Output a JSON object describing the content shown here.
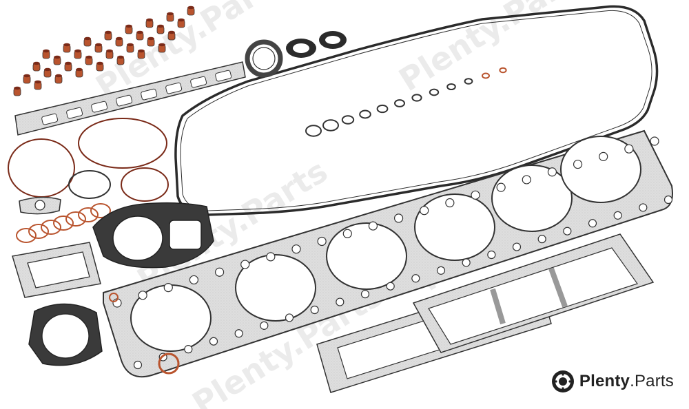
{
  "watermark": {
    "text_bold": "Plenty",
    "text_suffix": ".Parts"
  },
  "brand": {
    "text_bold": "Plenty",
    "text_suffix": ".Parts",
    "icon": "brake-disc-icon"
  },
  "colors": {
    "gasket_fill": "#dcdcdc",
    "gasket_edge": "#333333",
    "seal_copper": "#b9542e",
    "seal_dark": "#333333",
    "watermark": "#d9d9d9"
  }
}
